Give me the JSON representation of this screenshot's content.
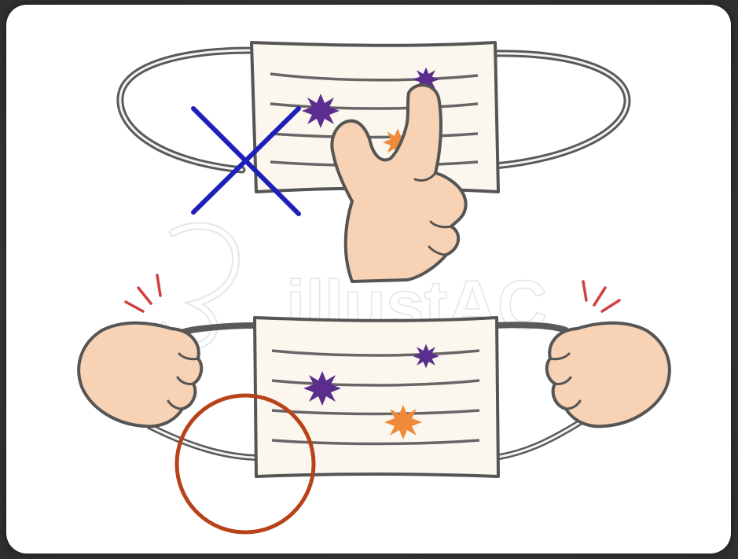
{
  "illustration": {
    "subject": "mask-handling-instructions",
    "panels": [
      {
        "id": "wrong-way",
        "mark": "cross",
        "mark_color": "#1d1fb8"
      },
      {
        "id": "right-way",
        "mark": "circle",
        "mark_color": "#b8431a"
      }
    ],
    "colors": {
      "mask_fill": "#fbf7ee",
      "outline": "#555555",
      "skin": "#f8d2b4",
      "germ_purple": "#5b2d8e",
      "germ_orange": "#f08a3a",
      "stress_lines": "#d04040"
    }
  },
  "watermark": {
    "text": "illustAC",
    "logo_icon": "illustac-logo-icon"
  }
}
